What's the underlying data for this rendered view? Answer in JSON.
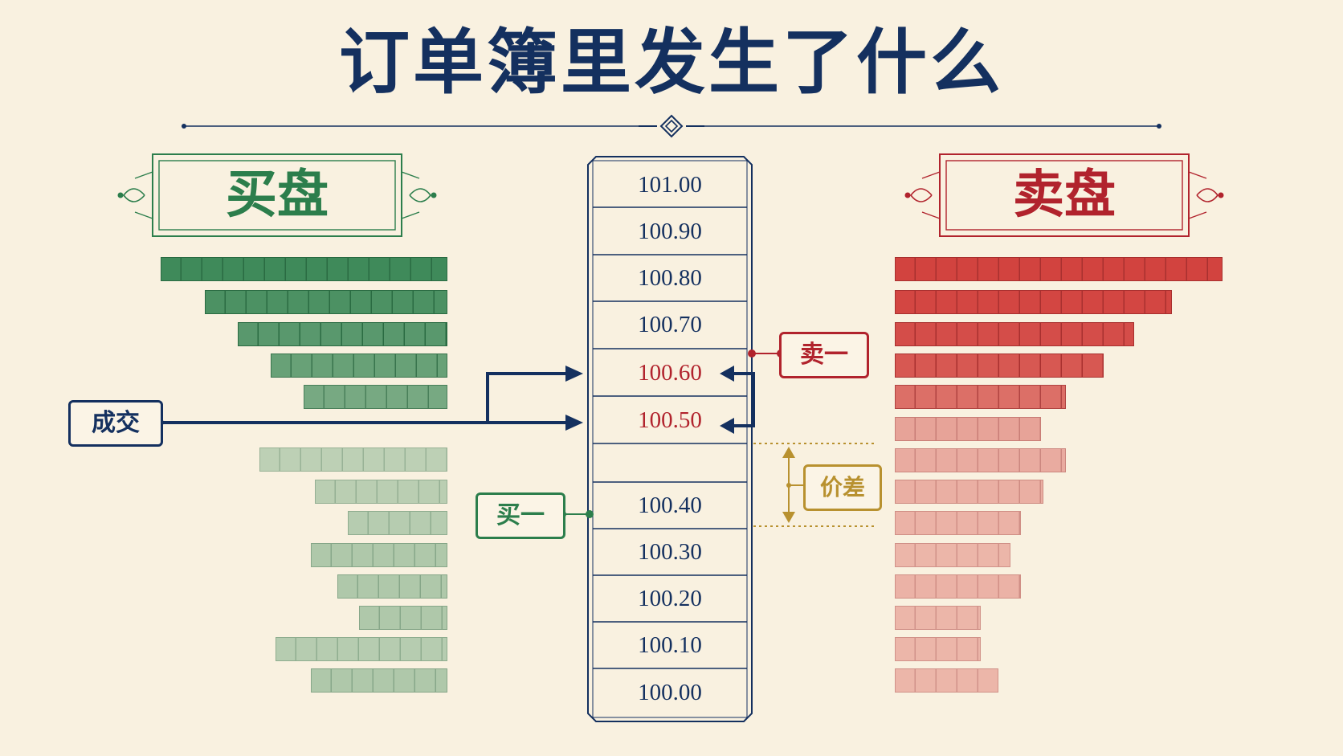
{
  "title": "订单簿里发生了什么",
  "bid_panel": {
    "title": "买盘"
  },
  "ask_panel": {
    "title": "卖盘"
  },
  "prices": {
    "upper": [
      "101.00",
      "100.90",
      "100.80",
      "100.70",
      "100.60",
      "100.50"
    ],
    "lower": [
      "100.40",
      "100.30",
      "100.20",
      "100.10",
      "100.00"
    ]
  },
  "labels": {
    "trade": "成交",
    "best_ask": "卖一",
    "best_bid": "买一",
    "spread": "价差"
  },
  "colors": {
    "navy": "#14305f",
    "green": "#2c7e4c",
    "red": "#c8363a",
    "gold": "#b8912f",
    "background": "#f9f1e0"
  },
  "chart_data": {
    "type": "bar",
    "bid_bars": [
      {
        "size": 13,
        "strength": 1.0
      },
      {
        "size": 11,
        "strength": 0.93
      },
      {
        "size": 9.5,
        "strength": 0.86
      },
      {
        "size": 8,
        "strength": 0.78
      },
      {
        "size": 6.5,
        "strength": 0.7
      },
      {
        "size": 8.5,
        "strength": 0.32
      },
      {
        "size": 6.0,
        "strength": 0.34
      },
      {
        "size": 4.5,
        "strength": 0.36
      },
      {
        "size": 6.2,
        "strength": 0.4
      },
      {
        "size": 5.0,
        "strength": 0.4
      },
      {
        "size": 4.0,
        "strength": 0.4
      },
      {
        "size": 7.8,
        "strength": 0.36
      },
      {
        "size": 6.2,
        "strength": 0.4
      }
    ],
    "ask_bars": [
      {
        "size": 13,
        "strength": 1.0
      },
      {
        "size": 11,
        "strength": 0.98
      },
      {
        "size": 9.5,
        "strength": 0.94
      },
      {
        "size": 8.3,
        "strength": 0.88
      },
      {
        "size": 6.8,
        "strength": 0.75
      },
      {
        "size": 5.8,
        "strength": 0.45
      },
      {
        "size": 6.8,
        "strength": 0.4
      },
      {
        "size": 5.9,
        "strength": 0.38
      },
      {
        "size": 5.0,
        "strength": 0.36
      },
      {
        "size": 4.6,
        "strength": 0.34
      },
      {
        "size": 5.0,
        "strength": 0.36
      },
      {
        "size": 3.4,
        "strength": 0.34
      },
      {
        "size": 3.4,
        "strength": 0.34
      },
      {
        "size": 4.1,
        "strength": 0.34
      }
    ]
  }
}
